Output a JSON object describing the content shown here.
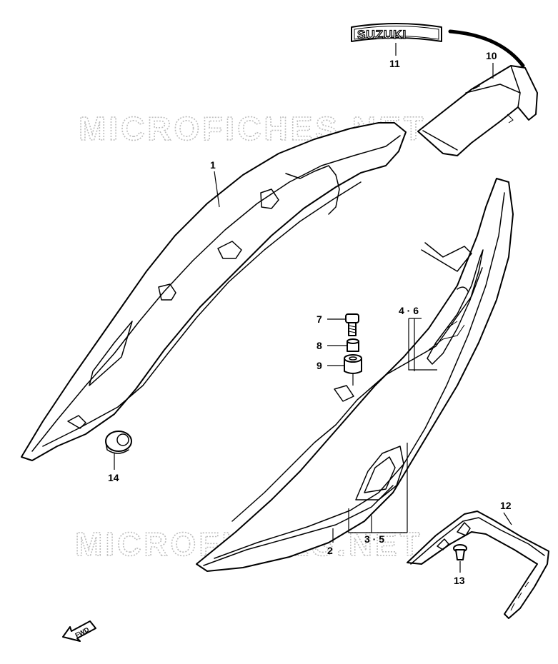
{
  "watermark": {
    "text": "MICROFICHES.NET",
    "color": "#bdbdbd"
  },
  "emblem": {
    "text": "SUZUKI"
  },
  "fwd_marker": {
    "text": "FWD"
  },
  "callouts": [
    {
      "id": "c1",
      "label": "1"
    },
    {
      "id": "c2",
      "label": "2"
    },
    {
      "id": "c35",
      "label": "3 · 5"
    },
    {
      "id": "c46",
      "label": "4 · 6"
    },
    {
      "id": "c7",
      "label": "7"
    },
    {
      "id": "c8",
      "label": "8"
    },
    {
      "id": "c9",
      "label": "9"
    },
    {
      "id": "c10",
      "label": "10"
    },
    {
      "id": "c11",
      "label": "11"
    },
    {
      "id": "c12",
      "label": "12"
    },
    {
      "id": "c13",
      "label": "13"
    },
    {
      "id": "c14",
      "label": "14"
    }
  ]
}
